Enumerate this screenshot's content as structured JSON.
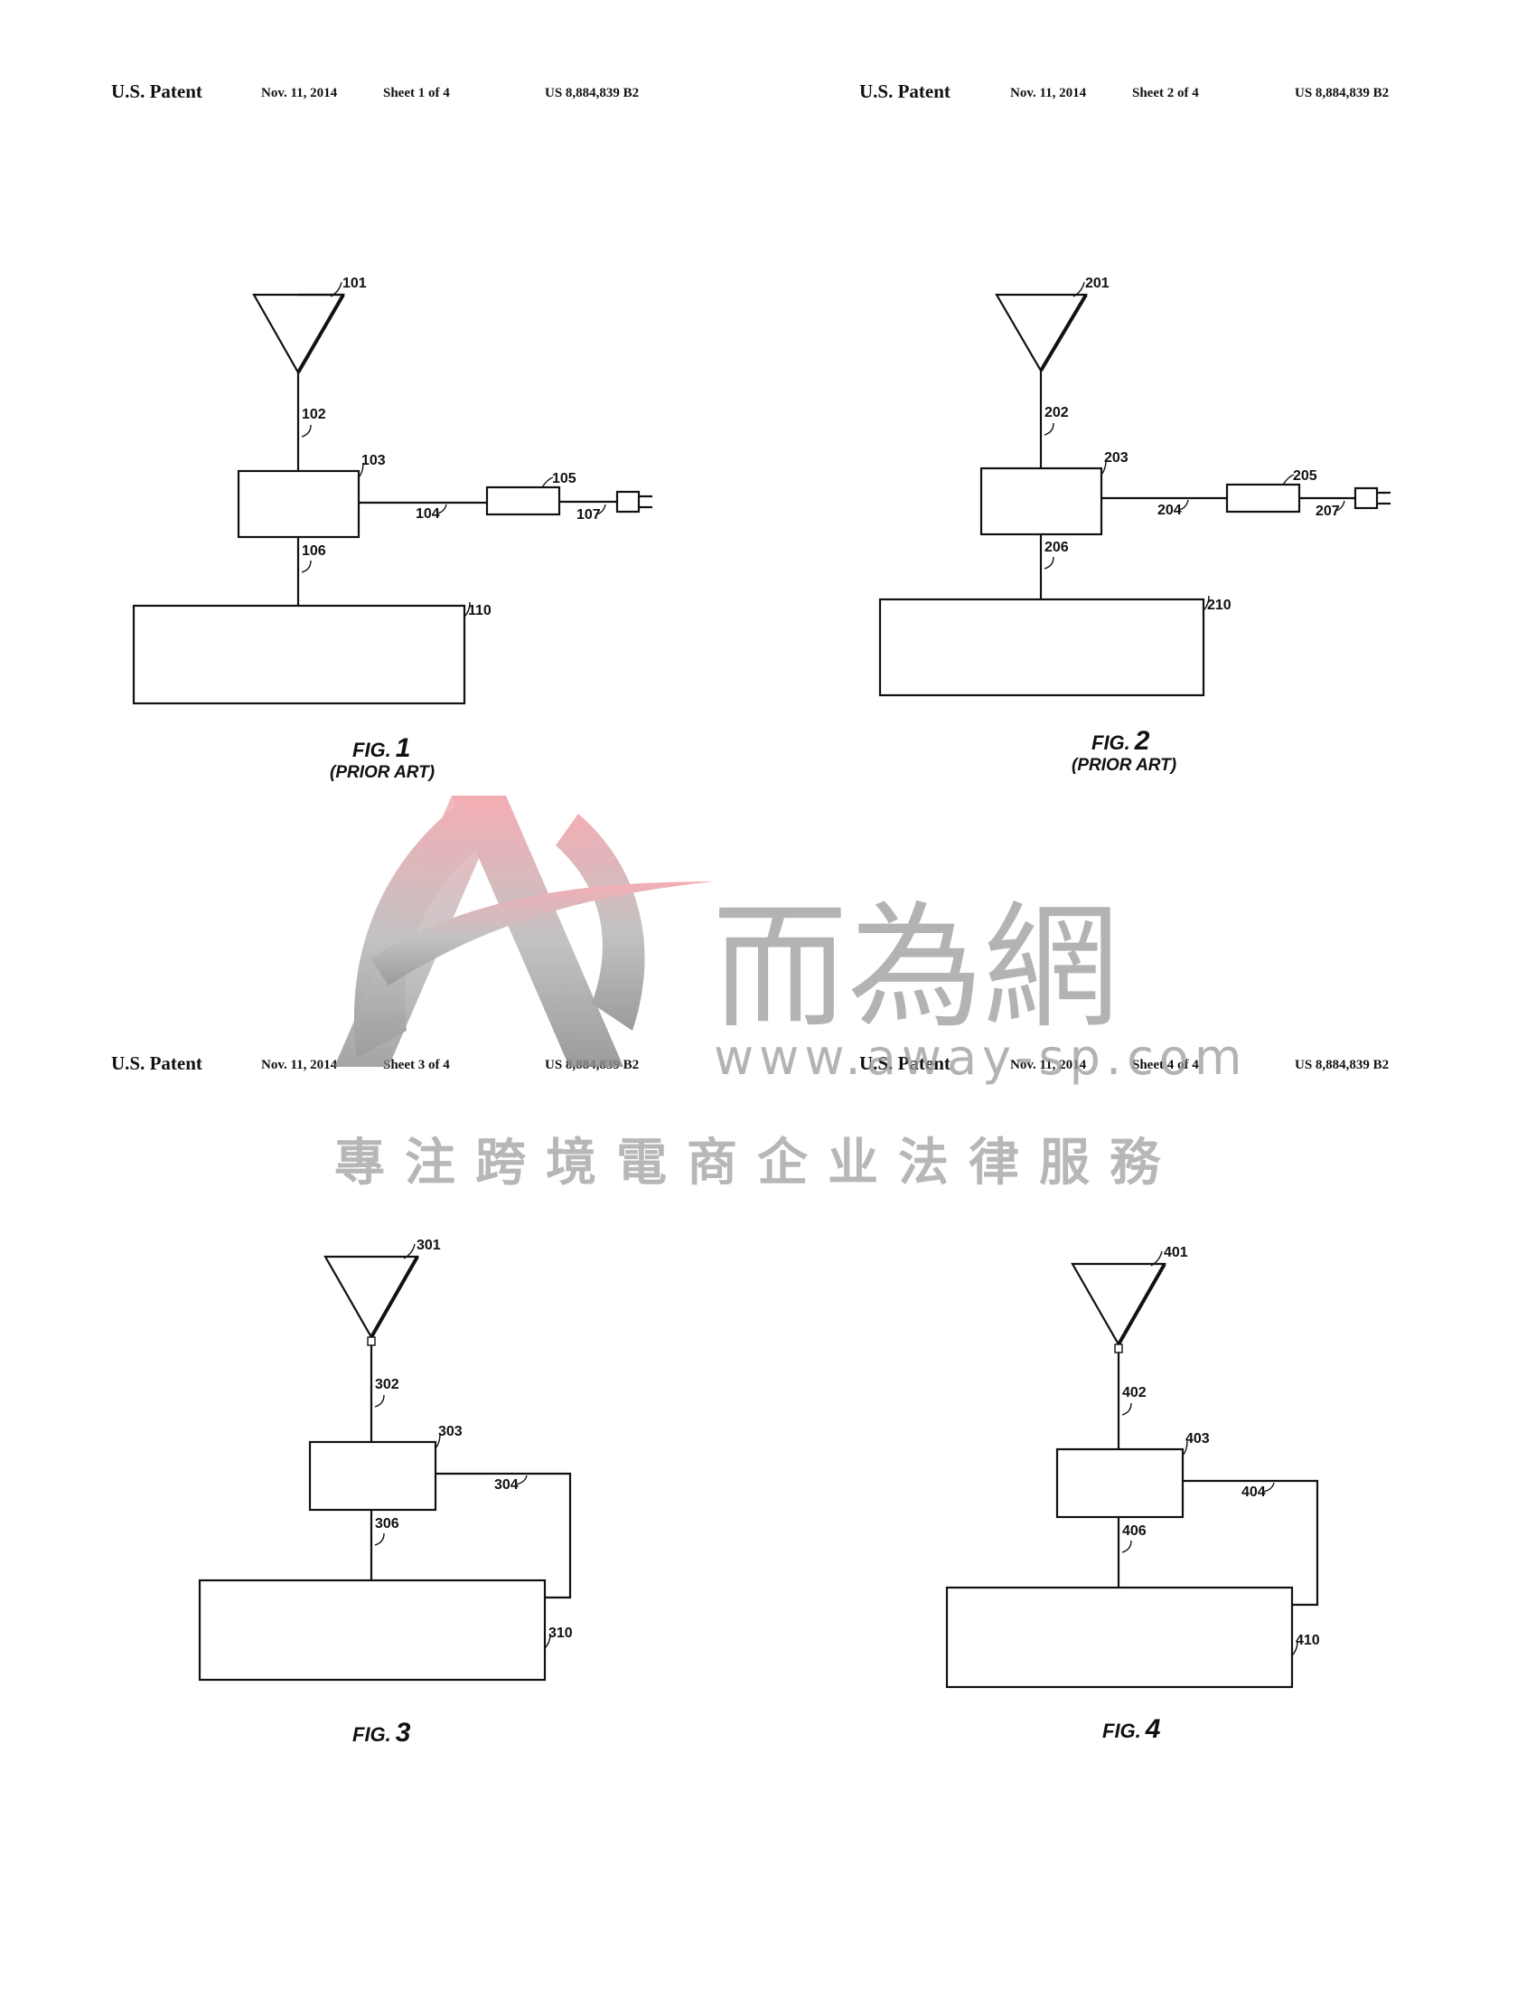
{
  "sheets": [
    {
      "header": {
        "title": "U.S. Patent",
        "date": "Nov. 11, 2014",
        "sheet": "Sheet 1 of 4",
        "number": "US 8,884,839 B2"
      },
      "refs": {
        "antenna": "101",
        "line_antenna": "102",
        "module": "103",
        "line_adapter": "104",
        "adapter": "105",
        "line_bus": "106",
        "line_plug": "107",
        "device": "110"
      },
      "fig_label": "FIG.",
      "fig_number": "1",
      "fig_note": "(PRIOR ART)"
    },
    {
      "header": {
        "title": "U.S. Patent",
        "date": "Nov. 11, 2014",
        "sheet": "Sheet 2 of 4",
        "number": "US 8,884,839 B2"
      },
      "refs": {
        "antenna": "201",
        "line_antenna": "202",
        "module": "203",
        "line_adapter": "204",
        "adapter": "205",
        "line_bus": "206",
        "line_plug": "207",
        "device": "210"
      },
      "fig_label": "FIG.",
      "fig_number": "2",
      "fig_note": "(PRIOR ART)"
    },
    {
      "header": {
        "title": "U.S. Patent",
        "date": "Nov. 11, 2014",
        "sheet": "Sheet 3 of 4",
        "number": "US 8,884,839 B2"
      },
      "refs": {
        "antenna": "301",
        "line_antenna": "302",
        "module": "303",
        "line_loop": "304",
        "line_bus": "306",
        "device": "310"
      },
      "fig_label": "FIG.",
      "fig_number": "3"
    },
    {
      "header": {
        "title": "U.S. Patent",
        "date": "Nov. 11, 2014",
        "sheet": "Sheet 4 of 4",
        "number": "US 8,884,839 B2"
      },
      "refs": {
        "antenna": "401",
        "line_antenna": "402",
        "module": "403",
        "line_loop": "404",
        "line_bus": "406",
        "device": "410"
      },
      "fig_label": "FIG.",
      "fig_number": "4"
    }
  ],
  "watermark": {
    "brand": "而為網",
    "url": "www.away-sp.com",
    "slogan": "專注跨境電商企业法律服務",
    "colors": {
      "logo_red": "#e8808a",
      "logo_gray": "#8c8c8c"
    }
  }
}
